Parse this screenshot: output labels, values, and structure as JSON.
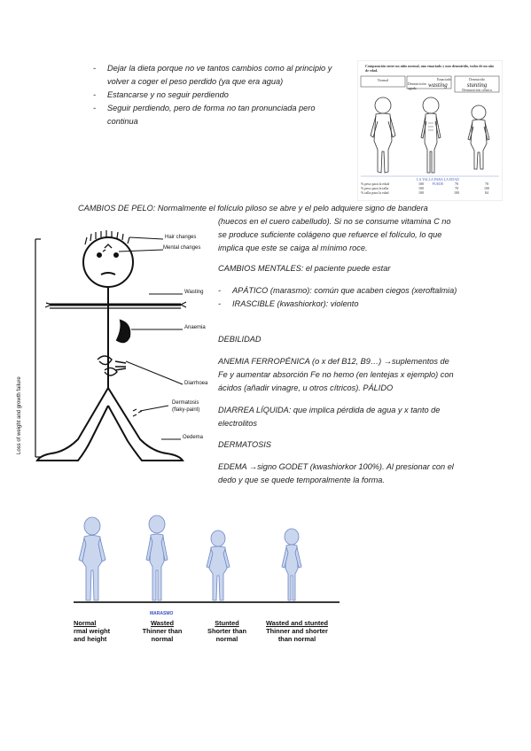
{
  "top_list": [
    "Dejar la dieta porque no ve tantos cambios como al principio y volver a coger el peso perdido (ya que era agua)",
    "Estancarse y no seguir perdiendo",
    "Seguir perdiendo, pero de forma no tan pronunciada pero continua"
  ],
  "comparison_figure": {
    "title": "Comparación entre un niño normal, uno emaciado y uno desnutrido, todos de un año de edad.",
    "col_normal": "Normal",
    "col_emaciado": "Emaciado",
    "col_emaciado_sub": "Desnutrición aguda",
    "col_emaciado_big": "wasting",
    "col_desnutrido": "Desnutrido",
    "col_desnutrido_big": "stunting",
    "col_desnutrido_sub": "Desnutrición crónica",
    "footer_note": "LA TALLA PARA LA EDAD PUEDE",
    "rows": [
      {
        "label": "% peso para la edad",
        "values": [
          "100",
          "70",
          "70"
        ]
      },
      {
        "label": "% peso para la talla",
        "values": [
          "100",
          "70",
          "100"
        ]
      },
      {
        "label": "% talla para la edad",
        "values": [
          "100",
          "100",
          "84"
        ]
      }
    ]
  },
  "hair_paragraph": {
    "first_line": "CAMBIOS DE PELO: Normalmente el folículo piloso se abre y el pelo adquiere signo de bandera",
    "rest": "(huecos en el cuero cabelludo). Si no se consume vitamina C no se produce suficiente colágeno que refuerce el folículo, lo que implica que este se caiga al mínimo roce."
  },
  "mental": {
    "heading": "CAMBIOS MENTALES: el paciente puede estar",
    "items": [
      "APÁTICO (marasmo): común que acaben ciegos (xeroftalmia)",
      "IRASCIBLE (kwashiorkor): violento"
    ]
  },
  "debilidad": "DEBILIDAD",
  "anemia": "ANEMIA FERROPÉNICA (o x  def B12, B9…) →suplementos de Fe y aumentar absorción Fe no hemo (en lentejas x ejemplo) con ácidos (añadir vinagre, u otros cítricos). PÁLIDO",
  "diarrea": "DIARREA LÍQUIDA: que implica pérdida de agua y x tanto de electrolitos",
  "dermatosis": "DERMATOSIS",
  "edema": "EDEMA →signo GODET (kwashiorkor 100%). Al presionar con el dedo y que se quede temporalmente la forma.",
  "stick_figure": {
    "vertical_label": "Loss of weight and growth failure",
    "labels": [
      "Hair changes",
      "Mental changes",
      "Wasting",
      "Anaemia",
      "Diarrhoea",
      "Dermatosis",
      "(flaky-paint)",
      "Oedema"
    ]
  },
  "bottom_figure": {
    "marasmo_label": "MARASMO",
    "captions": [
      {
        "title": "Normal",
        "lines": [
          "rmal weight",
          "and height"
        ]
      },
      {
        "title": "Wasted",
        "lines": [
          "Thinner than",
          "normal"
        ]
      },
      {
        "title": "Stunted",
        "lines": [
          "Shorter than",
          "normal"
        ]
      },
      {
        "title": "Wasted and stunted",
        "lines": [
          "Thinner and shorter",
          "than normal"
        ]
      }
    ]
  },
  "colors": {
    "marasmo": "#3b4fc4",
    "kid_skin": "#c9d6ee",
    "kid_outline": "#6f86c4"
  }
}
